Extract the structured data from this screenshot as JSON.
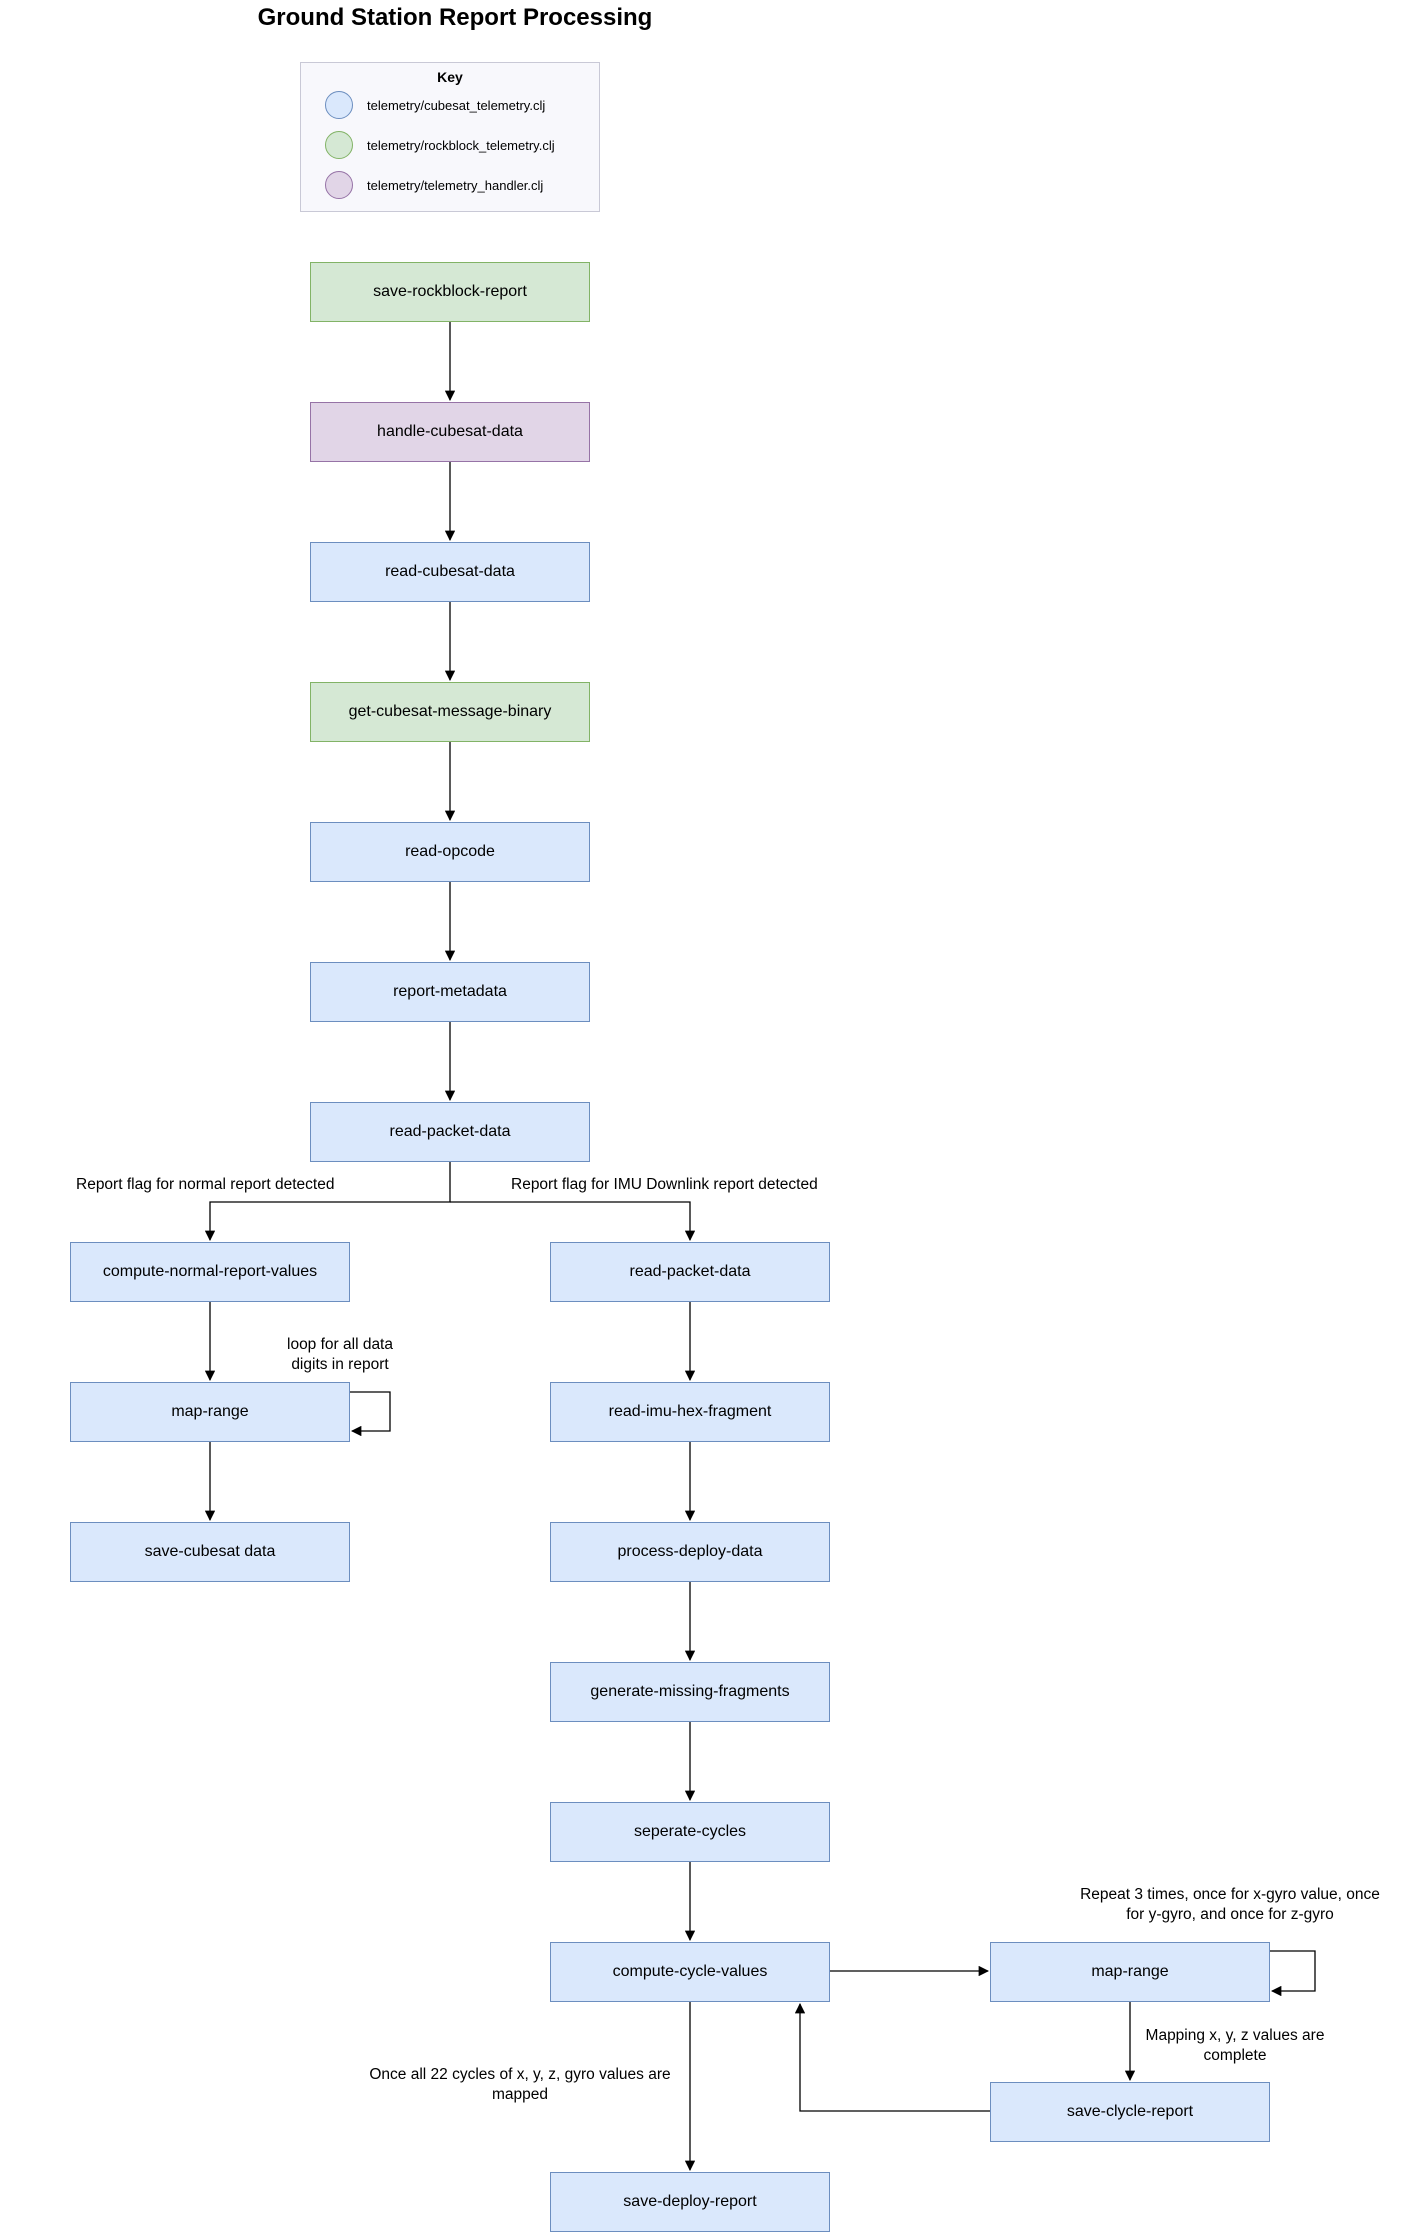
{
  "title": "Ground Station Report Processing",
  "key": {
    "title": "Key",
    "items": [
      {
        "label": "telemetry/cubesat_telemetry.clj",
        "fill": "#dae8fc",
        "stroke": "#6c8ebf"
      },
      {
        "label": "telemetry/rockblock_telemetry.clj",
        "fill": "#d5e8d4",
        "stroke": "#82b366"
      },
      {
        "label": "telemetry/telemetry_handler.clj",
        "fill": "#e1d5e7",
        "stroke": "#9673a6"
      }
    ]
  },
  "nodes": {
    "save_rockblock_report": "save-rockblock-report",
    "handle_cubesat_data": "handle-cubesat-data",
    "read_cubesat_data": "read-cubesat-data",
    "get_cubesat_message_binary": "get-cubesat-message-binary",
    "read_opcode": "read-opcode",
    "report_metadata": "report-metadata",
    "read_packet_data": "read-packet-data",
    "compute_normal_report_values": "compute-normal-report-values",
    "map_range_normal": "map-range",
    "save_cubesat_data": "save-cubesat data",
    "read_packet_data_imu": "read-packet-data",
    "read_imu_hex_fragment": "read-imu-hex-fragment",
    "process_deploy_data": "process-deploy-data",
    "generate_missing_fragments": "generate-missing-fragments",
    "seperate_cycles": "seperate-cycles",
    "compute_cycle_values": "compute-cycle-values",
    "map_range_cycle": "map-range",
    "save_clycle_report": "save-clycle-report",
    "save_deploy_report": "save-deploy-report"
  },
  "labels": {
    "normal_flag": "Report flag for normal report detected",
    "imu_flag": "Report flag for IMU Downlink report detected",
    "loop_digits_1": "loop for all data",
    "loop_digits_2": "digits in report",
    "repeat_gyro_1": "Repeat 3 times, once for x-gyro value, once",
    "repeat_gyro_2": "for y-gyro, and once for z-gyro",
    "mapping_complete_1": "Mapping x, y, z values are",
    "mapping_complete_2": "complete",
    "all_cycles_1": "Once all 22 cycles of x, y, z, gyro values are",
    "all_cycles_2": "mapped"
  }
}
